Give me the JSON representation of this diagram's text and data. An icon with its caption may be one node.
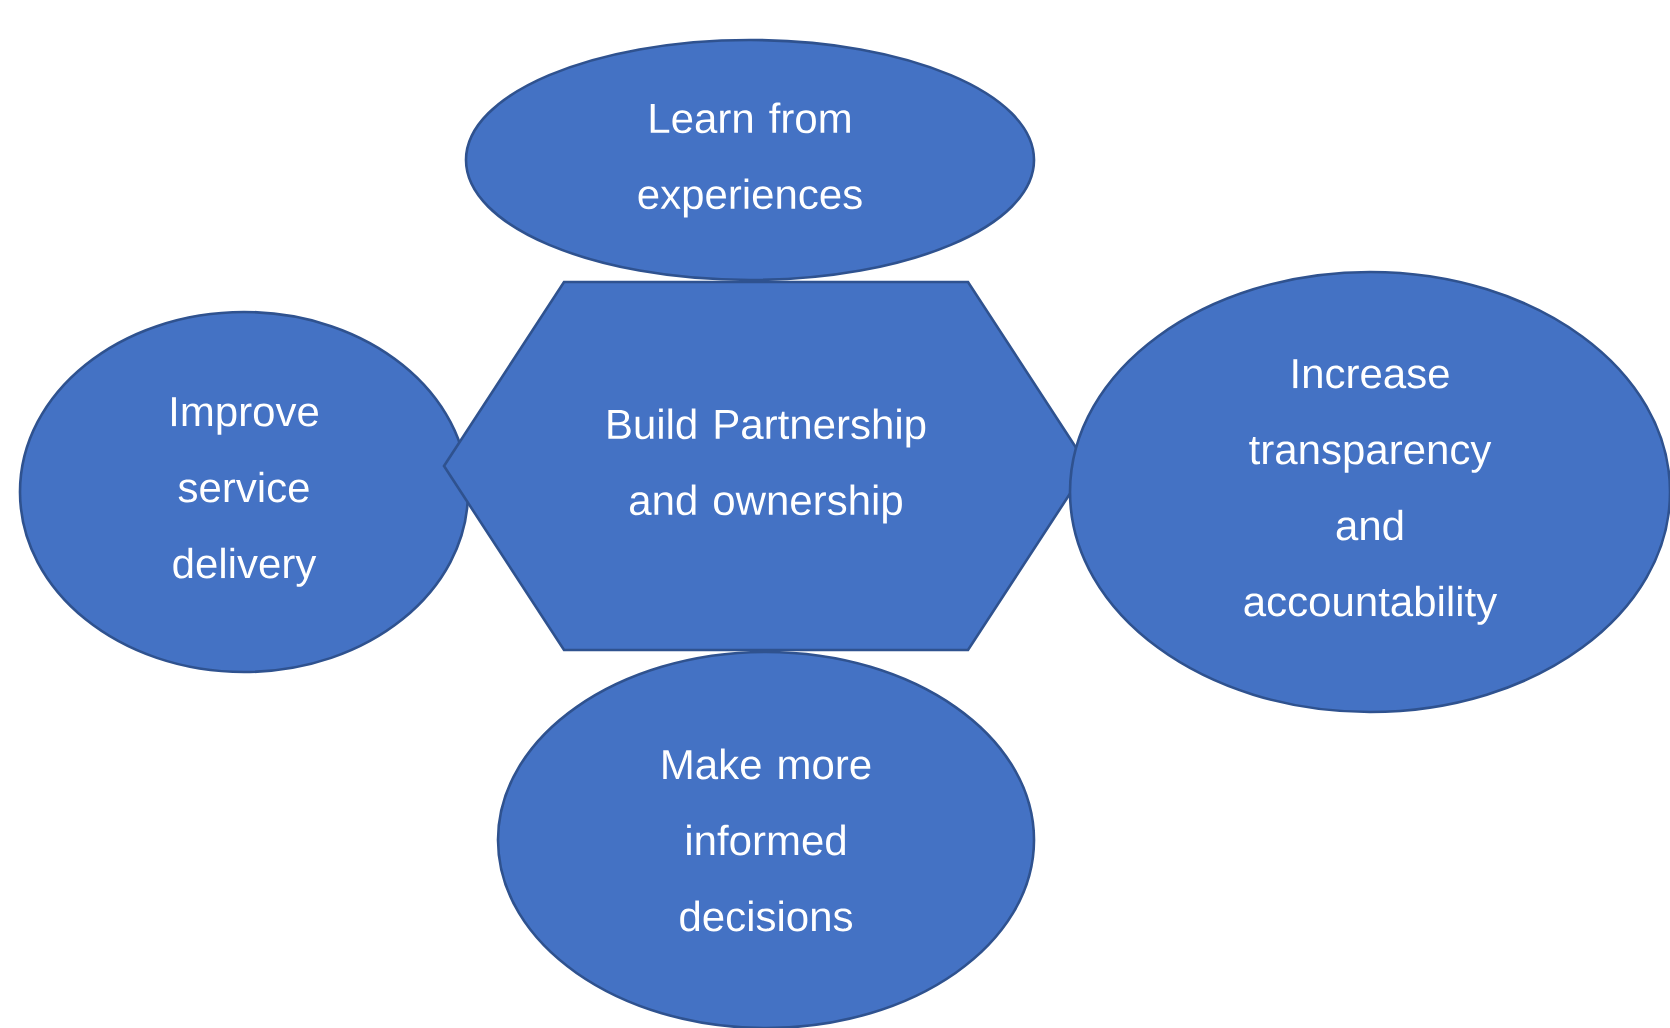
{
  "diagram": {
    "nodes": [
      {
        "text": [
          "Learn from experiences"
        ]
      },
      {
        "text": [
          "Improve service delivery"
        ]
      },
      {
        "text": [
          "Build Partnership and ownership"
        ]
      },
      {
        "text": [
          "Increase transparency and accountability"
        ]
      },
      {
        "text": [
          "Make more informed decisions"
        ]
      }
    ]
  }
}
